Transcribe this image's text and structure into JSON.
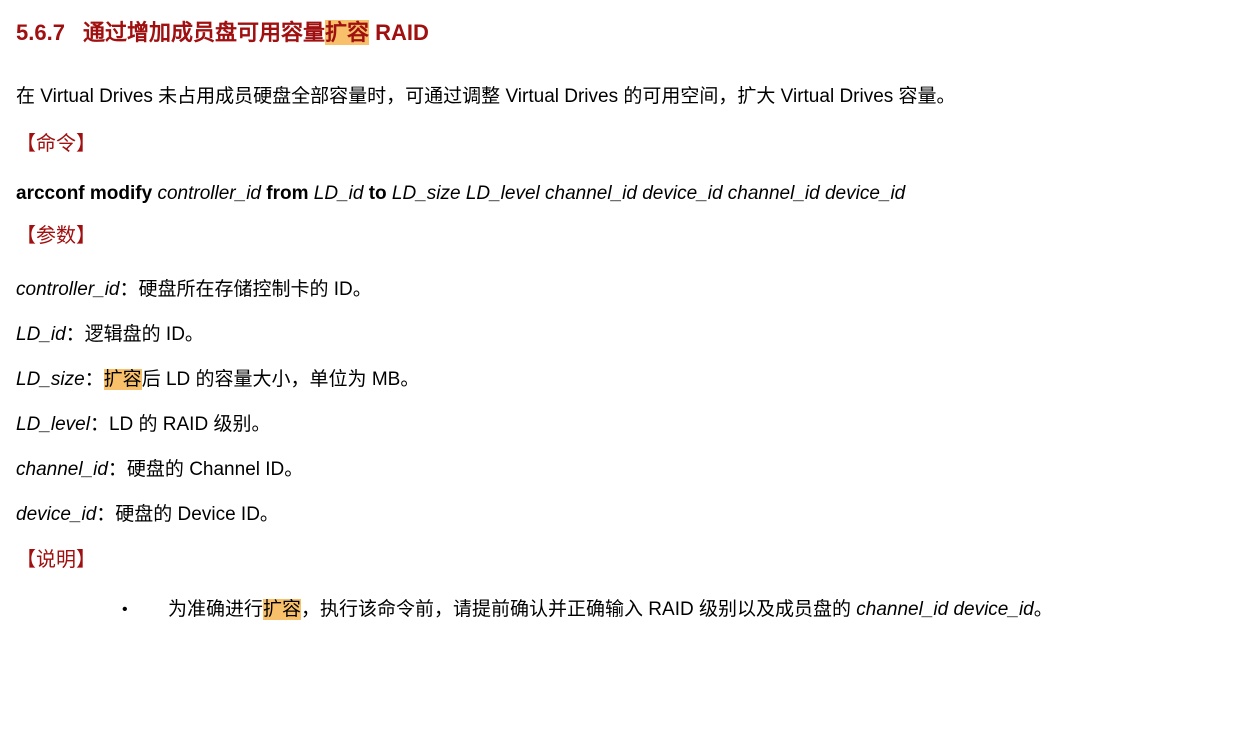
{
  "colors": {
    "heading_red": "#A01010",
    "highlight_orange": "#F8C06A"
  },
  "title": {
    "number": "5.6.7",
    "runs": [
      {
        "t": "通过增加成员盘可用容量"
      },
      {
        "t": "扩容",
        "hl": true
      },
      {
        "t": " RAID"
      }
    ]
  },
  "intro": "在 Virtual Drives 未占用成员硬盘全部容量时，可通过调整 Virtual Drives 的可用空间，扩大 Virtual Drives 容量。",
  "command_section": {
    "label": "【命令】",
    "runs": [
      {
        "t": "arcconf modify ",
        "b": true
      },
      {
        "t": "controller_id ",
        "i": true
      },
      {
        "t": "from ",
        "b": true
      },
      {
        "t": "LD_id ",
        "i": true
      },
      {
        "t": "to ",
        "b": true
      },
      {
        "t": "LD_size LD_level channel_id device_id channel_id device_id",
        "i": true
      }
    ]
  },
  "params_section": {
    "label": "【参数】",
    "params": [
      {
        "runs": [
          {
            "t": "controller_id",
            "i": true
          },
          {
            "t": "：硬盘所在存储控制卡的 ID。"
          }
        ]
      },
      {
        "runs": [
          {
            "t": "LD_id",
            "i": true
          },
          {
            "t": "：逻辑盘的 ID。"
          }
        ]
      },
      {
        "runs": [
          {
            "t": "LD_size",
            "i": true
          },
          {
            "t": "："
          },
          {
            "t": "扩容",
            "hl": true
          },
          {
            "t": "后 LD 的容量大小，单位为 MB。"
          }
        ]
      },
      {
        "runs": [
          {
            "t": "LD_level",
            "i": true
          },
          {
            "t": "：LD 的 RAID 级别。"
          }
        ]
      },
      {
        "runs": [
          {
            "t": "channel_id",
            "i": true
          },
          {
            "t": "：硬盘的 Channel ID。"
          }
        ]
      },
      {
        "runs": [
          {
            "t": "device_id",
            "i": true
          },
          {
            "t": "：硬盘的 Device ID。"
          }
        ]
      }
    ]
  },
  "notes_section": {
    "label": "【说明】",
    "bullet": "•",
    "bullets": [
      {
        "runs": [
          {
            "t": "为准确进行"
          },
          {
            "t": "扩容",
            "hl": true
          },
          {
            "t": "，执行该命令前，请提前确认并正确输入 RAID 级别以及成员盘的 "
          },
          {
            "t": "channel_id device_id",
            "i": true
          },
          {
            "t": "。"
          }
        ]
      }
    ]
  }
}
